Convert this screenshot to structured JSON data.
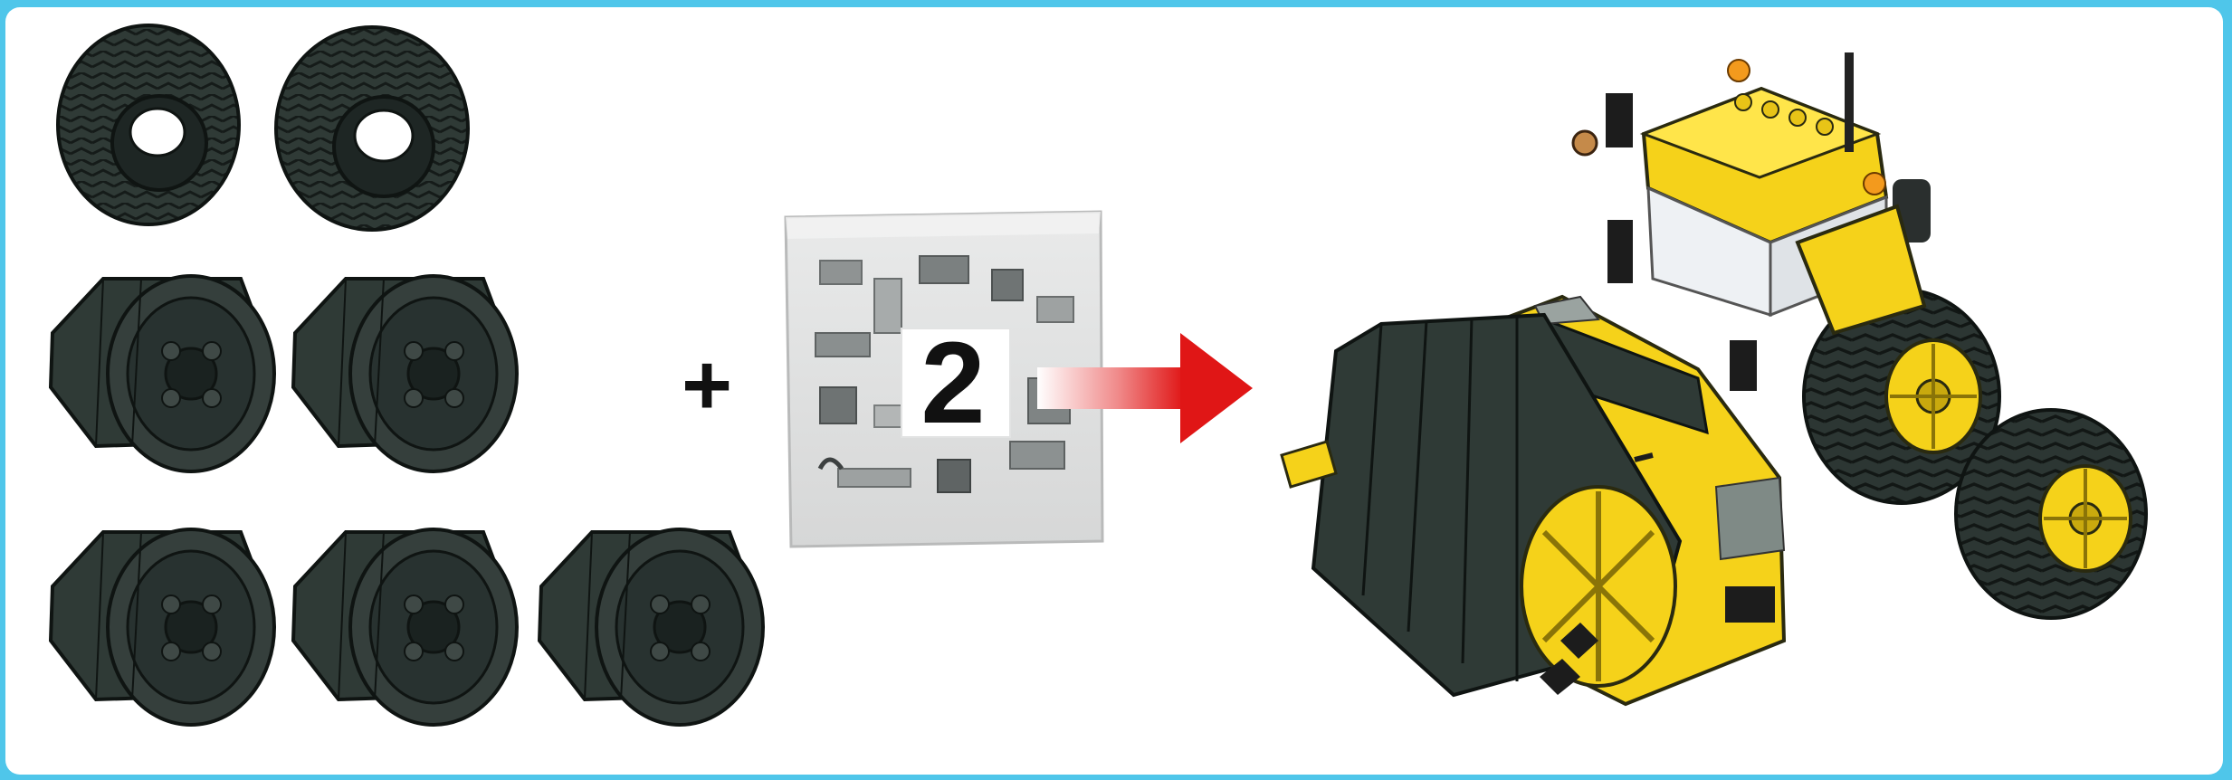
{
  "instruction_step": {
    "operator": "+",
    "bag_number": "2"
  },
  "parts": {
    "tires": 2,
    "drum_rings": 5
  },
  "colors": {
    "background_border": "#4fc6ea",
    "rubber": "#2f3a36",
    "yellow": "#f5d21a",
    "arrow": "#e32222"
  },
  "icons": {
    "arrow": "right-arrow-icon",
    "tire": "tire-icon",
    "drum_ring": "drum-ring-icon",
    "bag": "parts-bag-icon",
    "model": "road-roller-model-icon"
  }
}
